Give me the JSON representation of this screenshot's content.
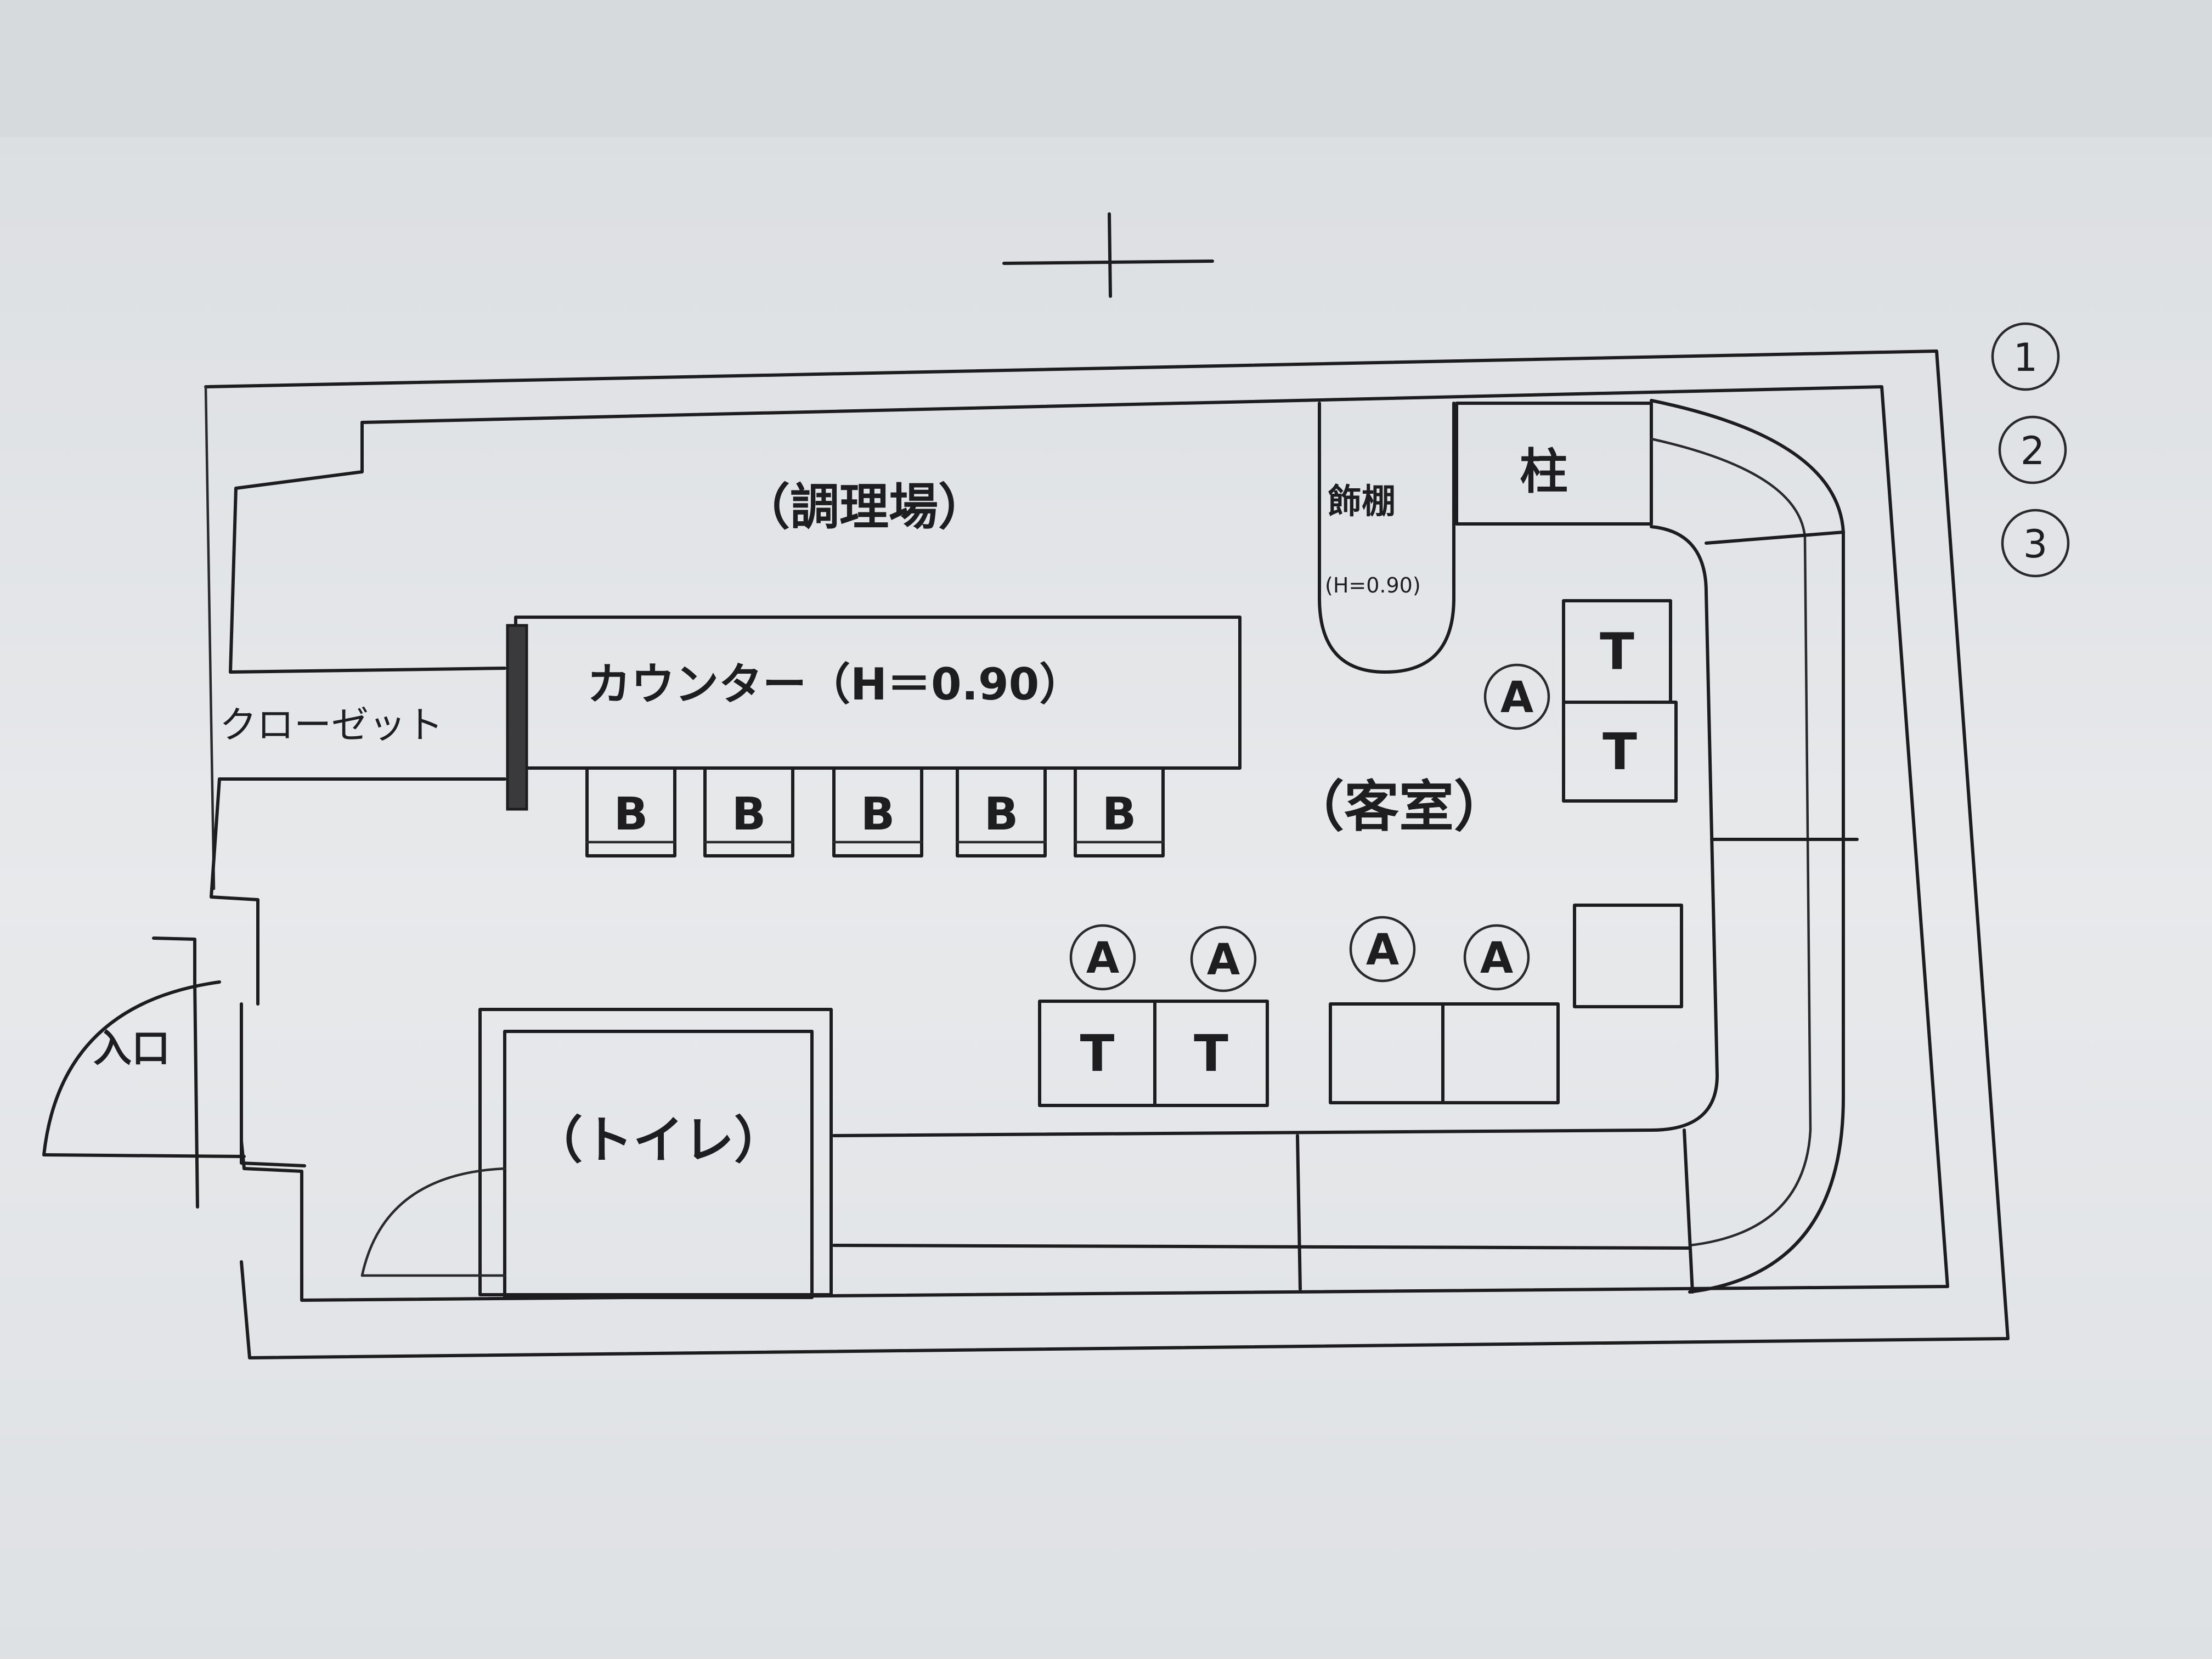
{
  "rooms": {
    "kitchen": "（調理場）",
    "guest_room": "（客室）",
    "toilet": "（トイレ）",
    "closet": "クローゼット",
    "counter": "カウンター（H＝0.90）",
    "entrance": "入口",
    "display_shelf": "飾棚",
    "display_shelf_height": "(H=0.90)",
    "pillar": "柱"
  },
  "markers": {
    "bar_stool": "B",
    "table": "T",
    "chair": "A"
  },
  "legend": [
    "1",
    "2",
    "3"
  ],
  "colors": {
    "paper": "#e6e8ea",
    "ink": "#1d1d1f"
  }
}
